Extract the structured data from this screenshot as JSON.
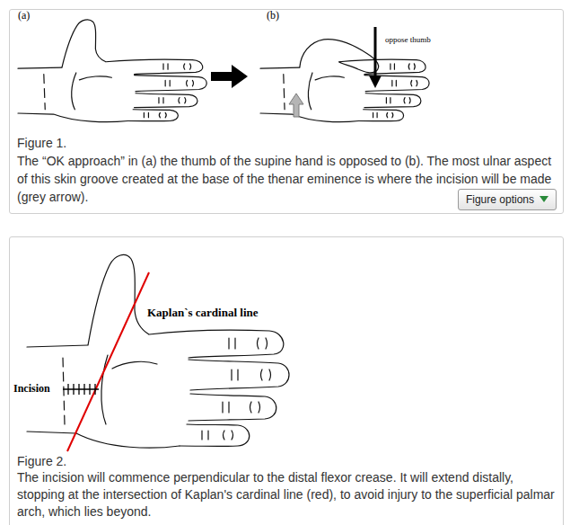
{
  "diagram": {
    "nodes": [
      {
        "text": [
          "Figure 1.",
          "The “OK approach” in (a) the thumb of the supine hand is opposed to (b). The most ulnar aspect of this skin groove created at the base of the thenar eminence is where the incision will be made (grey arrow)."
        ]
      },
      {
        "text": [
          "Figure options"
        ],
        "in": 0
      },
      {
        "text": [
          "Figure 2.",
          "The incision will commence perpendicular to the distal flexor crease. It will extend distally, stopping at the intersection of Kaplan's cardinal line (red), to avoid injury to the superficial palmar arch, which lies beyond."
        ]
      }
    ],
    "edges": [],
    "labels": [
      "(a)",
      "(b)",
      "oppose thumb",
      "Kaplan`s cardinal line",
      "Incision"
    ]
  }
}
